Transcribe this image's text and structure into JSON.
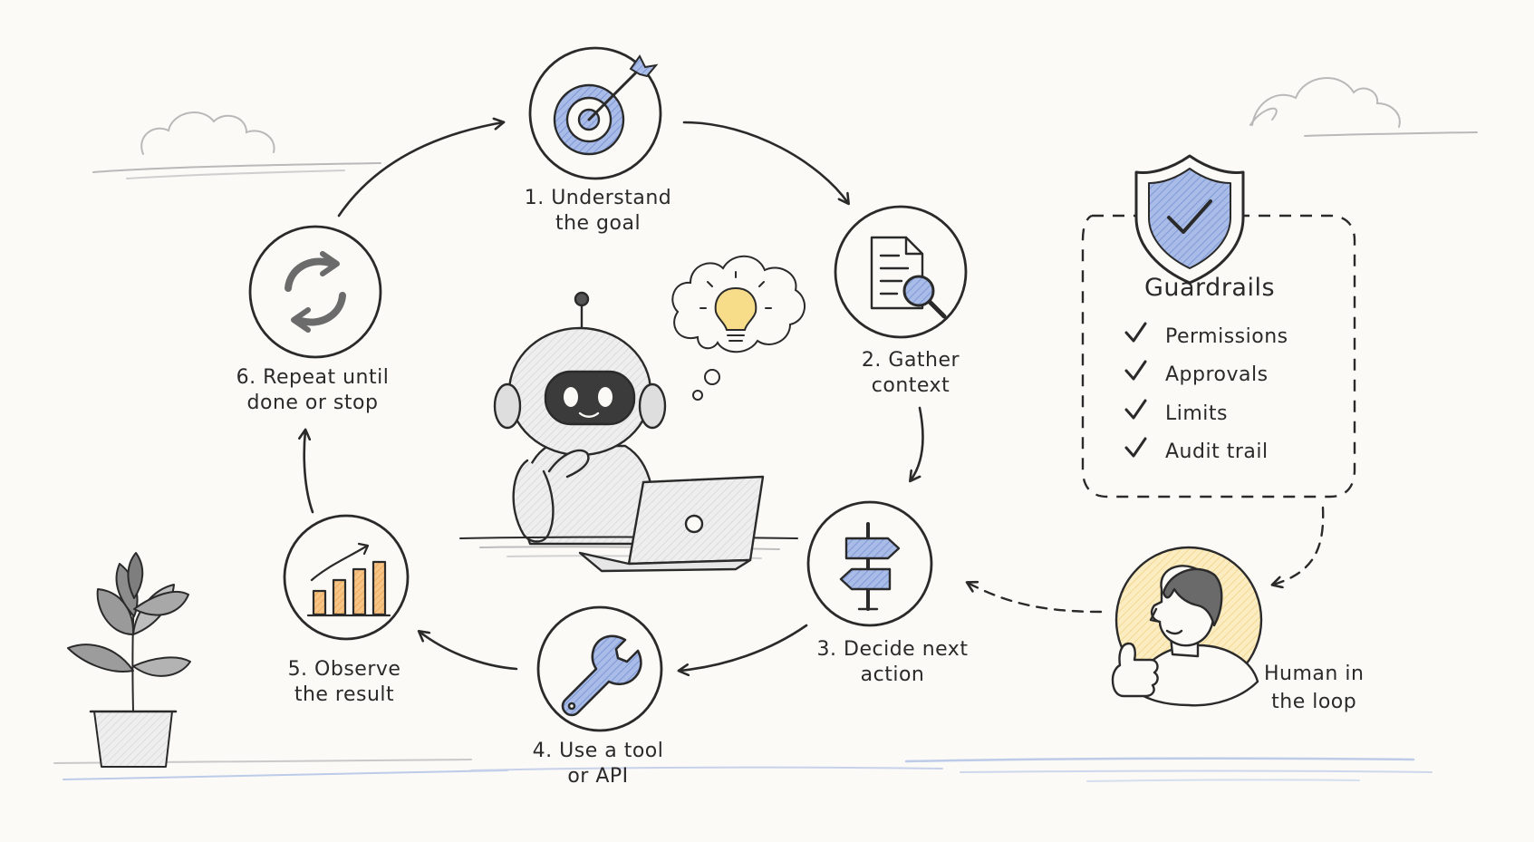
{
  "steps": [
    {
      "line1": "1. Understand",
      "line2": "the goal",
      "icon": "target-icon"
    },
    {
      "line1": "2. Gather",
      "line2": "context",
      "icon": "document-search-icon"
    },
    {
      "line1": "3. Decide next",
      "line2": "action",
      "icon": "signpost-icon"
    },
    {
      "line1": "4. Use a tool",
      "line2": "or API",
      "icon": "wrench-icon"
    },
    {
      "line1": "5. Observe",
      "line2": "the result",
      "icon": "bar-chart-icon"
    },
    {
      "line1": "6. Repeat until",
      "line2": "done or stop",
      "icon": "refresh-icon"
    }
  ],
  "guardrails": {
    "title": "Guardrails",
    "items": [
      "Permissions",
      "Approvals",
      "Limits",
      "Audit trail"
    ]
  },
  "human": {
    "line1": "Human in",
    "line2": "the loop"
  },
  "colors": {
    "ink": "#2a2a2a",
    "blue": "#8fa7dd",
    "orange": "#f2b46a",
    "yellow": "#f7e3a6",
    "paper": "#fbfaf7"
  }
}
